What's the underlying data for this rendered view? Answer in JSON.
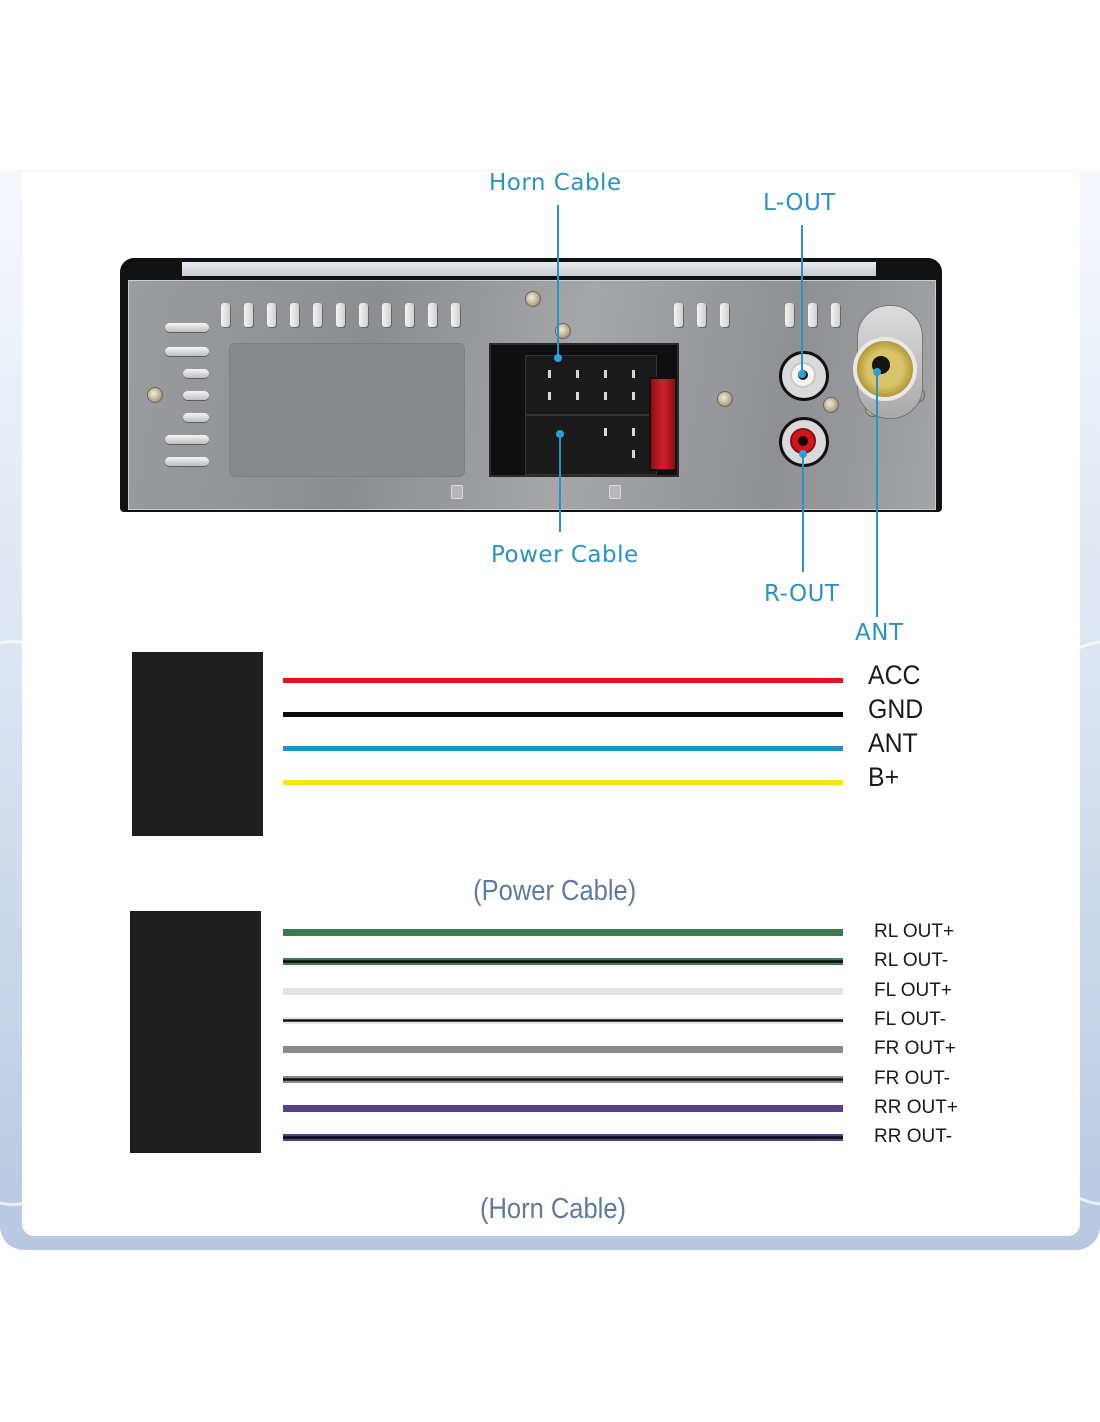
{
  "diagram": {
    "callouts": {
      "horn_cable": "Horn Cable",
      "l_out": "L-OUT",
      "power_cable": "Power Cable",
      "r_out": "R-OUT",
      "ant": "ANT"
    },
    "accent_color": "#2a93c4",
    "power_harness": {
      "caption": "(Power Cable)",
      "wires": [
        {
          "label": "ACC",
          "color": "#e0141a",
          "stripe": null
        },
        {
          "label": "GND",
          "color": "#0a0a0a",
          "stripe": null
        },
        {
          "label": "ANT",
          "color": "#1e8fd0",
          "stripe": null
        },
        {
          "label": "B+",
          "color": "#f5e616",
          "stripe": null
        }
      ]
    },
    "horn_harness": {
      "caption": "(Horn Cable)",
      "wires": [
        {
          "label": "RL OUT+",
          "color": "#3e7a50",
          "stripe": null
        },
        {
          "label": "RL OUT-",
          "color": "#3e7a50",
          "stripe": "#0a0a0a"
        },
        {
          "label": "FL OUT+",
          "color": "#e2e3e3",
          "stripe": null
        },
        {
          "label": "FL OUT-",
          "color": "#e2e3e3",
          "stripe": "#0a0a0a"
        },
        {
          "label": "FR OUT+",
          "color": "#8a8a8a",
          "stripe": null
        },
        {
          "label": "FR OUT-",
          "color": "#8a8a8a",
          "stripe": "#0a0a0a"
        },
        {
          "label": "RR OUT+",
          "color": "#5b3f8a",
          "stripe": null
        },
        {
          "label": "RR OUT-",
          "color": "#5b3f8a",
          "stripe": "#0a0a0a"
        }
      ]
    }
  }
}
